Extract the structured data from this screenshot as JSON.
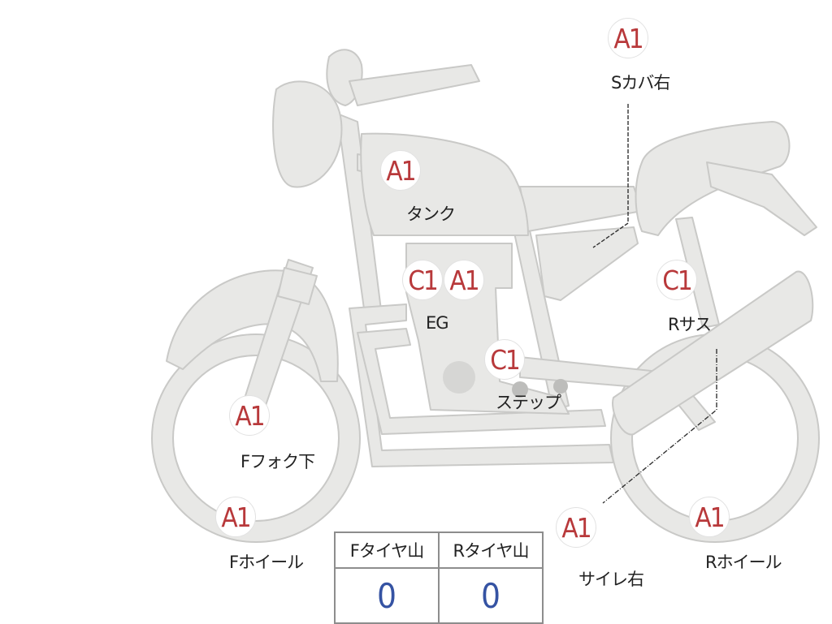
{
  "diagram": {
    "parts": [
      {
        "id": "s-cover-right",
        "grade": "A1",
        "label": "Sカバ右"
      },
      {
        "id": "tank",
        "grade": "A1",
        "label": "タンク"
      },
      {
        "id": "engine-c",
        "grade": "C1",
        "label": ""
      },
      {
        "id": "engine-a",
        "grade": "A1",
        "label": "EG"
      },
      {
        "id": "rear-suspension",
        "grade": "C1",
        "label": "Rサス"
      },
      {
        "id": "step",
        "grade": "C1",
        "label": "ステップ"
      },
      {
        "id": "front-fork-lower",
        "grade": "A1",
        "label": "Fフォク下"
      },
      {
        "id": "front-wheel",
        "grade": "A1",
        "label": "Fホイール"
      },
      {
        "id": "silencer-right",
        "grade": "A1",
        "label": "サイレ右"
      },
      {
        "id": "rear-wheel",
        "grade": "A1",
        "label": "Rホイール"
      }
    ]
  },
  "tread_table": {
    "headers": [
      "Fタイヤ山",
      "Rタイヤ山"
    ],
    "values": [
      "0",
      "0"
    ]
  },
  "colors": {
    "grade_text": "#b8393b",
    "tread_value": "#3553a3",
    "bike_fill": "#e8e8e6",
    "bike_stroke": "#c9c9c7"
  }
}
